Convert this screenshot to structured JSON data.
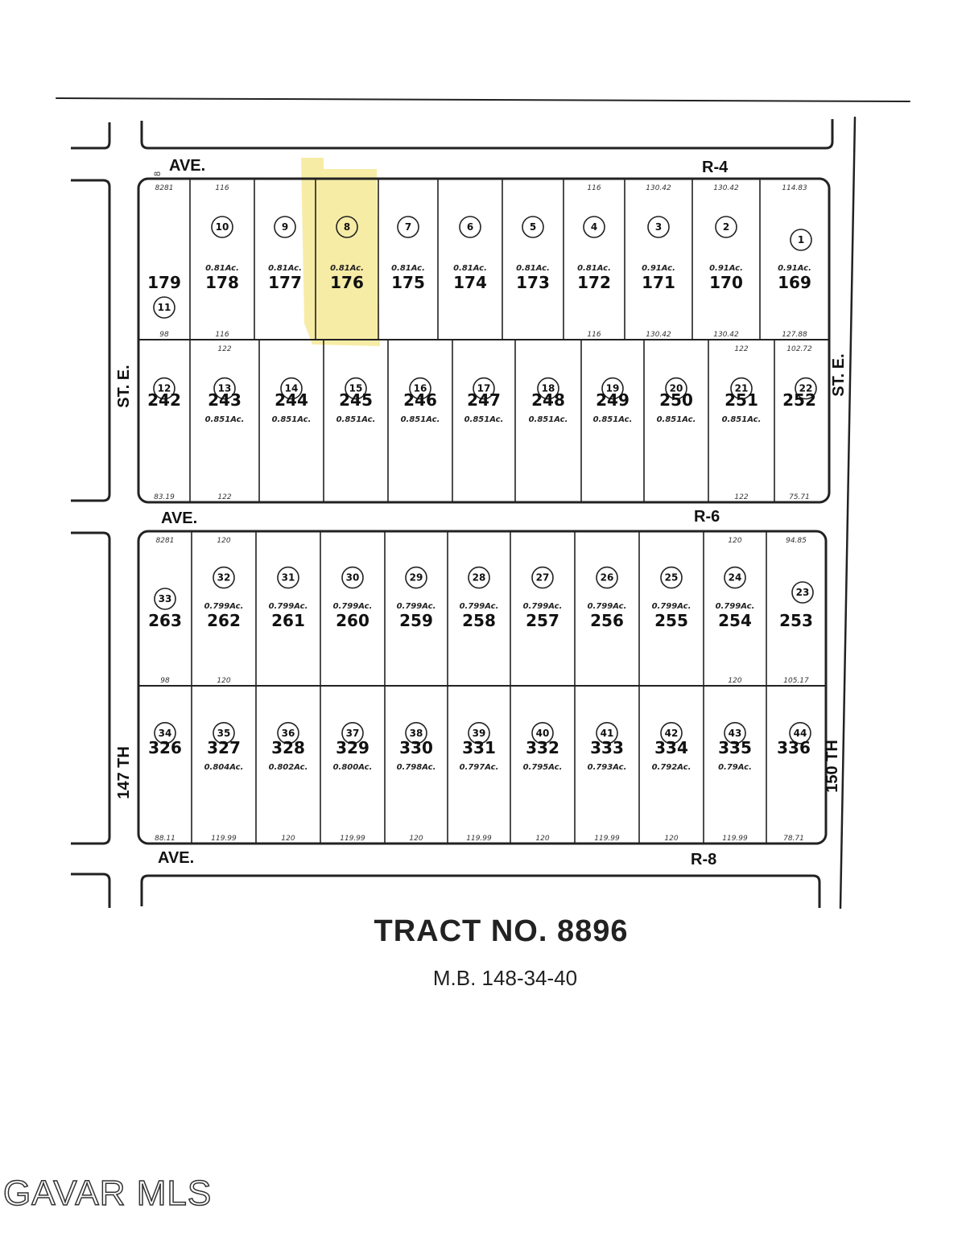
{
  "streets": {
    "top_ave_label": "AVE.",
    "top_route": "R-4",
    "mid_ave_label": "AVE.",
    "mid_route": "R-6",
    "bottom_ave_label": "AVE.",
    "bottom_route": "R-8",
    "left_upper": "ST. E.",
    "right_upper": "ST. E.",
    "left_lower": "147 TH",
    "right_lower": "150 TH",
    "ave_prefix": "8"
  },
  "blocks": [
    {
      "rows": [
        {
          "lots": [
            {
              "lot": "179",
              "sub": "11",
              "acre": "",
              "top": "8281",
              "bottom": "98"
            },
            {
              "lot": "178",
              "sub": "10",
              "acre": "0.81Ac.",
              "top": "116",
              "bottom": "116"
            },
            {
              "lot": "177",
              "sub": "9",
              "acre": "0.81Ac.",
              "top": "",
              "bottom": ""
            },
            {
              "lot": "176",
              "sub": "8",
              "acre": "0.81Ac.",
              "top": "",
              "bottom": ""
            },
            {
              "lot": "175",
              "sub": "7",
              "acre": "0.81Ac.",
              "top": "",
              "bottom": ""
            },
            {
              "lot": "174",
              "sub": "6",
              "acre": "0.81Ac.",
              "top": "",
              "bottom": ""
            },
            {
              "lot": "173",
              "sub": "5",
              "acre": "0.81Ac.",
              "top": "",
              "bottom": ""
            },
            {
              "lot": "172",
              "sub": "4",
              "acre": "0.81Ac.",
              "top": "116",
              "bottom": "116"
            },
            {
              "lot": "171",
              "sub": "3",
              "acre": "0.91Ac.",
              "top": "130.42",
              "bottom": "130.42"
            },
            {
              "lot": "170",
              "sub": "2",
              "acre": "0.91Ac.",
              "top": "130.42",
              "bottom": "130.42"
            },
            {
              "lot": "169",
              "sub": "1",
              "acre": "0.91Ac.",
              "top": "114.83",
              "bottom": "127.88"
            }
          ]
        },
        {
          "lots": [
            {
              "lot": "242",
              "sub": "12",
              "acre": "",
              "top": "",
              "bottom": "83.19"
            },
            {
              "lot": "243",
              "sub": "13",
              "acre": "0.851Ac.",
              "top": "122",
              "bottom": "122"
            },
            {
              "lot": "244",
              "sub": "14",
              "acre": "0.851Ac.",
              "top": "",
              "bottom": ""
            },
            {
              "lot": "245",
              "sub": "15",
              "acre": "0.851Ac.",
              "top": "",
              "bottom": ""
            },
            {
              "lot": "246",
              "sub": "16",
              "acre": "0.851Ac.",
              "top": "",
              "bottom": ""
            },
            {
              "lot": "247",
              "sub": "17",
              "acre": "0.851Ac.",
              "top": "",
              "bottom": ""
            },
            {
              "lot": "248",
              "sub": "18",
              "acre": "0.851Ac.",
              "top": "",
              "bottom": ""
            },
            {
              "lot": "249",
              "sub": "19",
              "acre": "0.851Ac.",
              "top": "",
              "bottom": ""
            },
            {
              "lot": "250",
              "sub": "20",
              "acre": "0.851Ac.",
              "top": "",
              "bottom": ""
            },
            {
              "lot": "251",
              "sub": "21",
              "acre": "0.851Ac.",
              "top": "122",
              "bottom": "122"
            },
            {
              "lot": "252",
              "sub": "22",
              "acre": "",
              "top": "102.72",
              "bottom": "75.71"
            }
          ]
        }
      ]
    },
    {
      "rows": [
        {
          "lots": [
            {
              "lot": "263",
              "sub": "33",
              "acre": "",
              "top": "8281",
              "bottom": "98"
            },
            {
              "lot": "262",
              "sub": "32",
              "acre": "0.799Ac.",
              "top": "120",
              "bottom": "120"
            },
            {
              "lot": "261",
              "sub": "31",
              "acre": "0.799Ac.",
              "top": "",
              "bottom": ""
            },
            {
              "lot": "260",
              "sub": "30",
              "acre": "0.799Ac.",
              "top": "",
              "bottom": ""
            },
            {
              "lot": "259",
              "sub": "29",
              "acre": "0.799Ac.",
              "top": "",
              "bottom": ""
            },
            {
              "lot": "258",
              "sub": "28",
              "acre": "0.799Ac.",
              "top": "",
              "bottom": ""
            },
            {
              "lot": "257",
              "sub": "27",
              "acre": "0.799Ac.",
              "top": "",
              "bottom": ""
            },
            {
              "lot": "256",
              "sub": "26",
              "acre": "0.799Ac.",
              "top": "",
              "bottom": ""
            },
            {
              "lot": "255",
              "sub": "25",
              "acre": "0.799Ac.",
              "top": "",
              "bottom": ""
            },
            {
              "lot": "254",
              "sub": "24",
              "acre": "0.799Ac.",
              "top": "120",
              "bottom": "120"
            },
            {
              "lot": "253",
              "sub": "23",
              "acre": "",
              "top": "94.85",
              "bottom": "105.17"
            }
          ]
        },
        {
          "lots": [
            {
              "lot": "326",
              "sub": "34",
              "acre": "",
              "top": "",
              "bottom": "88.11"
            },
            {
              "lot": "327",
              "sub": "35",
              "acre": "0.804Ac.",
              "top": "",
              "bottom": "119.99"
            },
            {
              "lot": "328",
              "sub": "36",
              "acre": "0.802Ac.",
              "top": "",
              "bottom": "120"
            },
            {
              "lot": "329",
              "sub": "37",
              "acre": "0.800Ac.",
              "top": "",
              "bottom": "119.99"
            },
            {
              "lot": "330",
              "sub": "38",
              "acre": "0.798Ac.",
              "top": "",
              "bottom": "120"
            },
            {
              "lot": "331",
              "sub": "39",
              "acre": "0.797Ac.",
              "top": "",
              "bottom": "119.99"
            },
            {
              "lot": "332",
              "sub": "40",
              "acre": "0.795Ac.",
              "top": "",
              "bottom": "120"
            },
            {
              "lot": "333",
              "sub": "41",
              "acre": "0.793Ac.",
              "top": "",
              "bottom": "119.99"
            },
            {
              "lot": "334",
              "sub": "42",
              "acre": "0.792Ac.",
              "top": "",
              "bottom": "120"
            },
            {
              "lot": "335",
              "sub": "43",
              "acre": "0.79Ac.",
              "top": "",
              "bottom": "119.99"
            },
            {
              "lot": "336",
              "sub": "44",
              "acre": "",
              "top": "",
              "bottom": "78.71"
            }
          ]
        }
      ]
    }
  ],
  "highlight": {
    "lot": "176",
    "color": "#f2df6a"
  },
  "title": "TRACT NO. 8896",
  "subtitle": "M.B. 148-34-40",
  "watermark": "GAVAR MLS"
}
